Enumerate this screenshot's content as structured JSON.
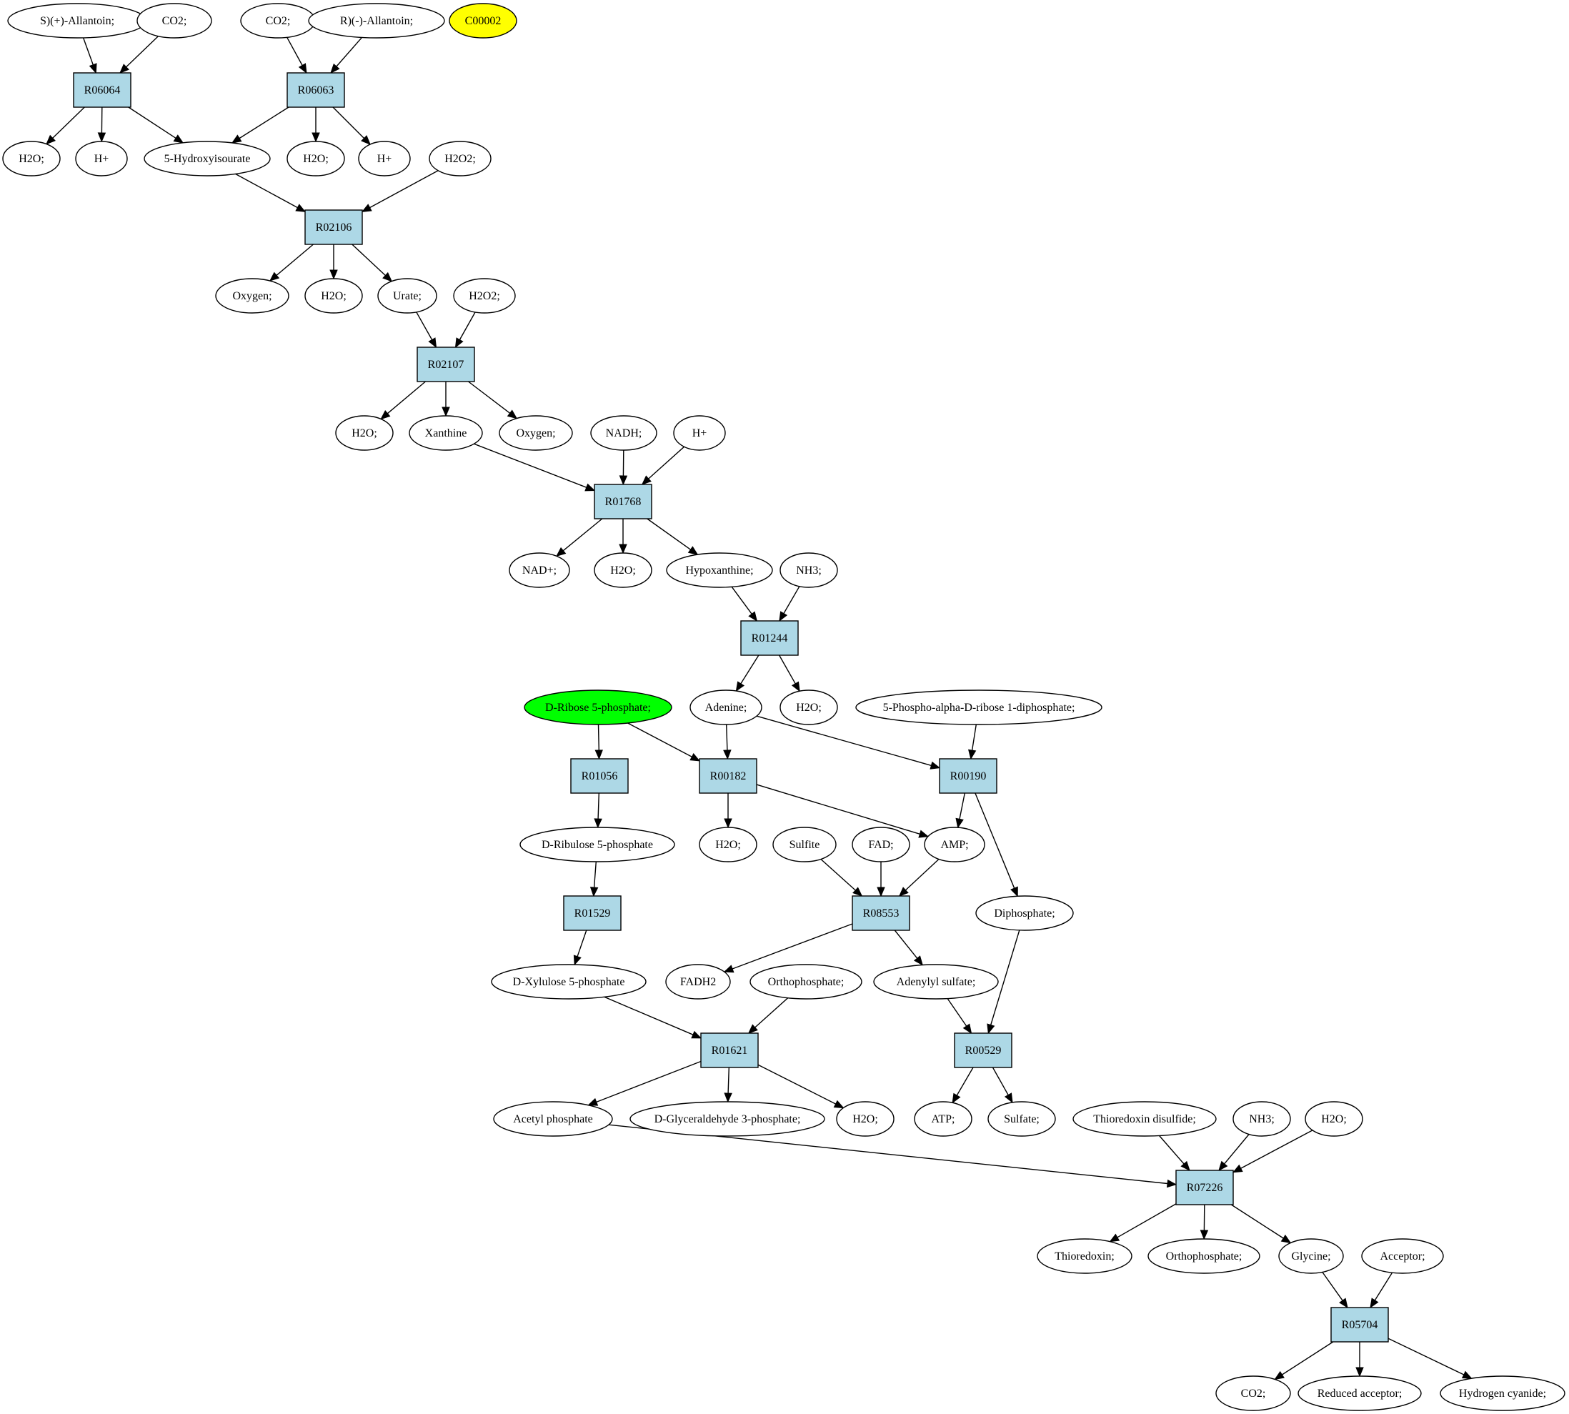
{
  "colors": {
    "reaction_fill": "#add8e6",
    "compound_fill": "#ffffff",
    "start_compound_fill": "#00ff00",
    "target_compound_fill": "#ffff00",
    "stroke": "#000000"
  },
  "nodes": [
    {
      "id": "c_allantoin_s",
      "kind": "compound",
      "label": "S)(+)-Allantoin;"
    },
    {
      "id": "c_co2_1",
      "kind": "compound",
      "label": "CO2;"
    },
    {
      "id": "c_co2_2",
      "kind": "compound",
      "label": "CO2;"
    },
    {
      "id": "c_allantoin_r",
      "kind": "compound",
      "label": "R)(-)-Allantoin;"
    },
    {
      "id": "c_c00002",
      "kind": "target",
      "label": "C00002"
    },
    {
      "id": "r_R06064",
      "kind": "reaction",
      "label": "R06064"
    },
    {
      "id": "r_R06063",
      "kind": "reaction",
      "label": "R06063"
    },
    {
      "id": "c_h2o_1",
      "kind": "compound",
      "label": "H2O;"
    },
    {
      "id": "c_hplus_1",
      "kind": "compound",
      "label": "H+"
    },
    {
      "id": "c_hydroxyisourate",
      "kind": "compound",
      "label": "5-Hydroxyisourate"
    },
    {
      "id": "c_h2o_2",
      "kind": "compound",
      "label": "H2O;"
    },
    {
      "id": "c_hplus_2",
      "kind": "compound",
      "label": "H+"
    },
    {
      "id": "c_h2o2_1",
      "kind": "compound",
      "label": "H2O2;"
    },
    {
      "id": "r_R02106",
      "kind": "reaction",
      "label": "R02106"
    },
    {
      "id": "c_oxygen_1",
      "kind": "compound",
      "label": "Oxygen;"
    },
    {
      "id": "c_h2o_3",
      "kind": "compound",
      "label": "H2O;"
    },
    {
      "id": "c_urate",
      "kind": "compound",
      "label": "Urate;"
    },
    {
      "id": "c_h2o2_2",
      "kind": "compound",
      "label": "H2O2;"
    },
    {
      "id": "r_R02107",
      "kind": "reaction",
      "label": "R02107"
    },
    {
      "id": "c_h2o_4",
      "kind": "compound",
      "label": "H2O;"
    },
    {
      "id": "c_xanthine",
      "kind": "compound",
      "label": "Xanthine"
    },
    {
      "id": "c_oxygen_2",
      "kind": "compound",
      "label": "Oxygen;"
    },
    {
      "id": "c_nadh",
      "kind": "compound",
      "label": "NADH;"
    },
    {
      "id": "c_hplus_3",
      "kind": "compound",
      "label": "H+"
    },
    {
      "id": "r_R01768",
      "kind": "reaction",
      "label": "R01768"
    },
    {
      "id": "c_nadplus",
      "kind": "compound",
      "label": "NAD+;"
    },
    {
      "id": "c_h2o_5",
      "kind": "compound",
      "label": "H2O;"
    },
    {
      "id": "c_hypoxanthine",
      "kind": "compound",
      "label": "Hypoxanthine;"
    },
    {
      "id": "c_nh3_1",
      "kind": "compound",
      "label": "NH3;"
    },
    {
      "id": "r_R01244",
      "kind": "reaction",
      "label": "R01244"
    },
    {
      "id": "c_ribose5p",
      "kind": "start",
      "label": "D-Ribose 5-phosphate;"
    },
    {
      "id": "c_adenine",
      "kind": "compound",
      "label": "Adenine;"
    },
    {
      "id": "c_h2o_6",
      "kind": "compound",
      "label": "H2O;"
    },
    {
      "id": "c_prpp",
      "kind": "compound",
      "label": "5-Phospho-alpha-D-ribose 1-diphosphate;"
    },
    {
      "id": "r_R01056",
      "kind": "reaction",
      "label": "R01056"
    },
    {
      "id": "r_R00182",
      "kind": "reaction",
      "label": "R00182"
    },
    {
      "id": "r_R00190",
      "kind": "reaction",
      "label": "R00190"
    },
    {
      "id": "c_ribulose5p",
      "kind": "compound",
      "label": "D-Ribulose 5-phosphate"
    },
    {
      "id": "c_h2o_7",
      "kind": "compound",
      "label": "H2O;"
    },
    {
      "id": "c_sulfite",
      "kind": "compound",
      "label": "Sulfite"
    },
    {
      "id": "c_fad",
      "kind": "compound",
      "label": "FAD;"
    },
    {
      "id": "c_amp",
      "kind": "compound",
      "label": "AMP;"
    },
    {
      "id": "r_R01529",
      "kind": "reaction",
      "label": "R01529"
    },
    {
      "id": "r_R08553",
      "kind": "reaction",
      "label": "R08553"
    },
    {
      "id": "c_diphosphate",
      "kind": "compound",
      "label": "Diphosphate;"
    },
    {
      "id": "c_xylulose5p",
      "kind": "compound",
      "label": "D-Xylulose 5-phosphate"
    },
    {
      "id": "c_fadh2",
      "kind": "compound",
      "label": "FADH2"
    },
    {
      "id": "c_orthophosphate_1",
      "kind": "compound",
      "label": "Orthophosphate;"
    },
    {
      "id": "c_adenylylsulfate",
      "kind": "compound",
      "label": "Adenylyl sulfate;"
    },
    {
      "id": "r_R01621",
      "kind": "reaction",
      "label": "R01621"
    },
    {
      "id": "r_R00529",
      "kind": "reaction",
      "label": "R00529"
    },
    {
      "id": "c_acetylphosphate",
      "kind": "compound",
      "label": "Acetyl phosphate"
    },
    {
      "id": "c_glyceraldehyde3p",
      "kind": "compound",
      "label": "D-Glyceraldehyde 3-phosphate;"
    },
    {
      "id": "c_h2o_8",
      "kind": "compound",
      "label": "H2O;"
    },
    {
      "id": "c_atp",
      "kind": "compound",
      "label": "ATP;"
    },
    {
      "id": "c_sulfate",
      "kind": "compound",
      "label": "Sulfate;"
    },
    {
      "id": "c_thioredoxin_disulfide",
      "kind": "compound",
      "label": "Thioredoxin disulfide;"
    },
    {
      "id": "c_nh3_2",
      "kind": "compound",
      "label": "NH3;"
    },
    {
      "id": "c_h2o_9",
      "kind": "compound",
      "label": "H2O;"
    },
    {
      "id": "r_R07226",
      "kind": "reaction",
      "label": "R07226"
    },
    {
      "id": "c_thioredoxin",
      "kind": "compound",
      "label": "Thioredoxin;"
    },
    {
      "id": "c_orthophosphate_2",
      "kind": "compound",
      "label": "Orthophosphate;"
    },
    {
      "id": "c_glycine",
      "kind": "compound",
      "label": "Glycine;"
    },
    {
      "id": "c_acceptor",
      "kind": "compound",
      "label": "Acceptor;"
    },
    {
      "id": "r_R05704",
      "kind": "reaction",
      "label": "R05704"
    },
    {
      "id": "c_co2_3",
      "kind": "compound",
      "label": "CO2;"
    },
    {
      "id": "c_reduced_acceptor",
      "kind": "compound",
      "label": "Reduced acceptor;"
    },
    {
      "id": "c_hydrogen_cyanide",
      "kind": "compound",
      "label": "Hydrogen cyanide;"
    }
  ],
  "edges": [
    [
      "c_allantoin_s",
      "r_R06064"
    ],
    [
      "c_co2_1",
      "r_R06064"
    ],
    [
      "c_co2_2",
      "r_R06063"
    ],
    [
      "c_allantoin_r",
      "r_R06063"
    ],
    [
      "r_R06064",
      "c_h2o_1"
    ],
    [
      "r_R06064",
      "c_hplus_1"
    ],
    [
      "r_R06064",
      "c_hydroxyisourate"
    ],
    [
      "r_R06063",
      "c_hydroxyisourate"
    ],
    [
      "r_R06063",
      "c_h2o_2"
    ],
    [
      "r_R06063",
      "c_hplus_2"
    ],
    [
      "c_hydroxyisourate",
      "r_R02106"
    ],
    [
      "c_h2o2_1",
      "r_R02106"
    ],
    [
      "r_R02106",
      "c_oxygen_1"
    ],
    [
      "r_R02106",
      "c_h2o_3"
    ],
    [
      "r_R02106",
      "c_urate"
    ],
    [
      "c_urate",
      "r_R02107"
    ],
    [
      "c_h2o2_2",
      "r_R02107"
    ],
    [
      "r_R02107",
      "c_h2o_4"
    ],
    [
      "r_R02107",
      "c_xanthine"
    ],
    [
      "r_R02107",
      "c_oxygen_2"
    ],
    [
      "c_xanthine",
      "r_R01768"
    ],
    [
      "c_nadh",
      "r_R01768"
    ],
    [
      "c_hplus_3",
      "r_R01768"
    ],
    [
      "r_R01768",
      "c_nadplus"
    ],
    [
      "r_R01768",
      "c_h2o_5"
    ],
    [
      "r_R01768",
      "c_hypoxanthine"
    ],
    [
      "c_hypoxanthine",
      "r_R01244"
    ],
    [
      "c_nh3_1",
      "r_R01244"
    ],
    [
      "r_R01244",
      "c_adenine"
    ],
    [
      "r_R01244",
      "c_h2o_6"
    ],
    [
      "c_ribose5p",
      "r_R01056"
    ],
    [
      "c_ribose5p",
      "r_R00182"
    ],
    [
      "c_adenine",
      "r_R00182"
    ],
    [
      "c_adenine",
      "r_R00190"
    ],
    [
      "c_prpp",
      "r_R00190"
    ],
    [
      "r_R01056",
      "c_ribulose5p"
    ],
    [
      "r_R00182",
      "c_h2o_7"
    ],
    [
      "r_R00182",
      "c_amp"
    ],
    [
      "r_R00190",
      "c_amp"
    ],
    [
      "r_R00190",
      "c_diphosphate"
    ],
    [
      "c_ribulose5p",
      "r_R01529"
    ],
    [
      "c_sulfite",
      "r_R08553"
    ],
    [
      "c_fad",
      "r_R08553"
    ],
    [
      "c_amp",
      "r_R08553"
    ],
    [
      "r_R01529",
      "c_xylulose5p"
    ],
    [
      "r_R08553",
      "c_fadh2"
    ],
    [
      "r_R08553",
      "c_adenylylsulfate"
    ],
    [
      "c_xylulose5p",
      "r_R01621"
    ],
    [
      "c_orthophosphate_1",
      "r_R01621"
    ],
    [
      "c_adenylylsulfate",
      "r_R00529"
    ],
    [
      "c_diphosphate",
      "r_R00529"
    ],
    [
      "r_R01621",
      "c_acetylphosphate"
    ],
    [
      "r_R01621",
      "c_glyceraldehyde3p"
    ],
    [
      "r_R01621",
      "c_h2o_8"
    ],
    [
      "r_R00529",
      "c_atp"
    ],
    [
      "r_R00529",
      "c_sulfate"
    ],
    [
      "c_acetylphosphate",
      "r_R07226"
    ],
    [
      "c_thioredoxin_disulfide",
      "r_R07226"
    ],
    [
      "c_nh3_2",
      "r_R07226"
    ],
    [
      "c_h2o_9",
      "r_R07226"
    ],
    [
      "r_R07226",
      "c_thioredoxin"
    ],
    [
      "r_R07226",
      "c_orthophosphate_2"
    ],
    [
      "r_R07226",
      "c_glycine"
    ],
    [
      "c_glycine",
      "r_R05704"
    ],
    [
      "c_acceptor",
      "r_R05704"
    ],
    [
      "r_R05704",
      "c_co2_3"
    ],
    [
      "r_R05704",
      "c_reduced_acceptor"
    ],
    [
      "r_R05704",
      "c_hydrogen_cyanide"
    ]
  ]
}
